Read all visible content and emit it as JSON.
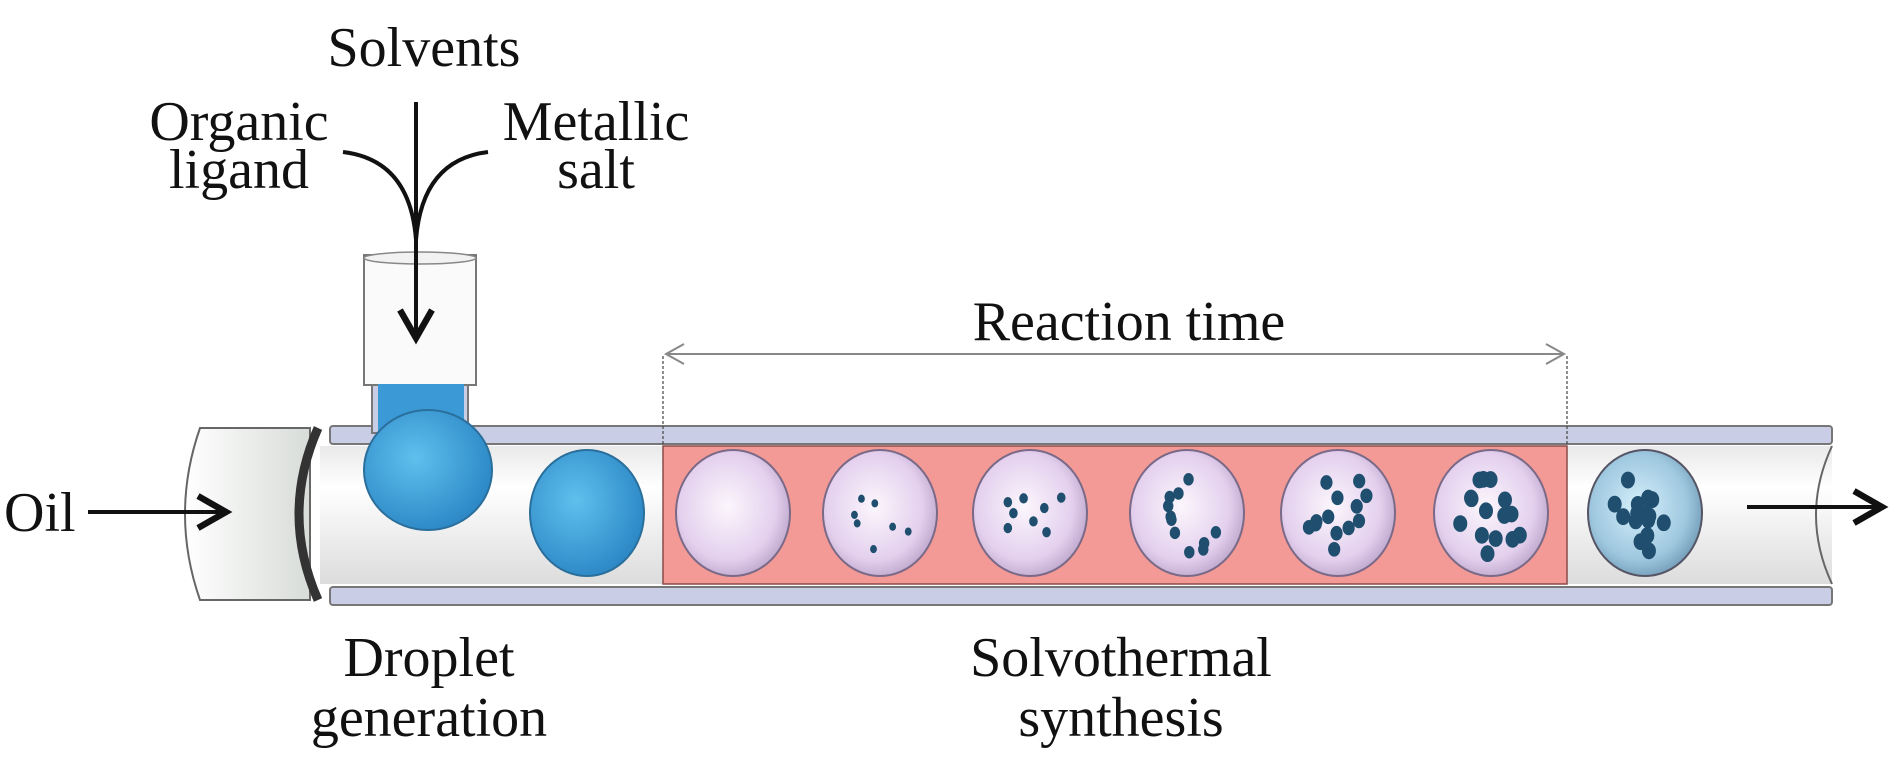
{
  "labels": {
    "solvents": "Solvents",
    "organic_ligand": [
      "Organic",
      "ligand"
    ],
    "metallic_salt": [
      "Metallic",
      "salt"
    ],
    "reaction_time": "Reaction time",
    "oil": "Oil",
    "droplet_generation": [
      "Droplet",
      "generation"
    ],
    "solvothermal_synthesis": [
      "Solvothermal",
      "synthesis"
    ]
  },
  "colors": {
    "reaction_zone": "#f39a96",
    "droplet_blue": "#3fa3db",
    "droplet_purple": "#e6d6ef",
    "tube_wall": "#c9cde6",
    "product_droplet": "#a9c7dc",
    "particle": "#1f4e6e"
  }
}
